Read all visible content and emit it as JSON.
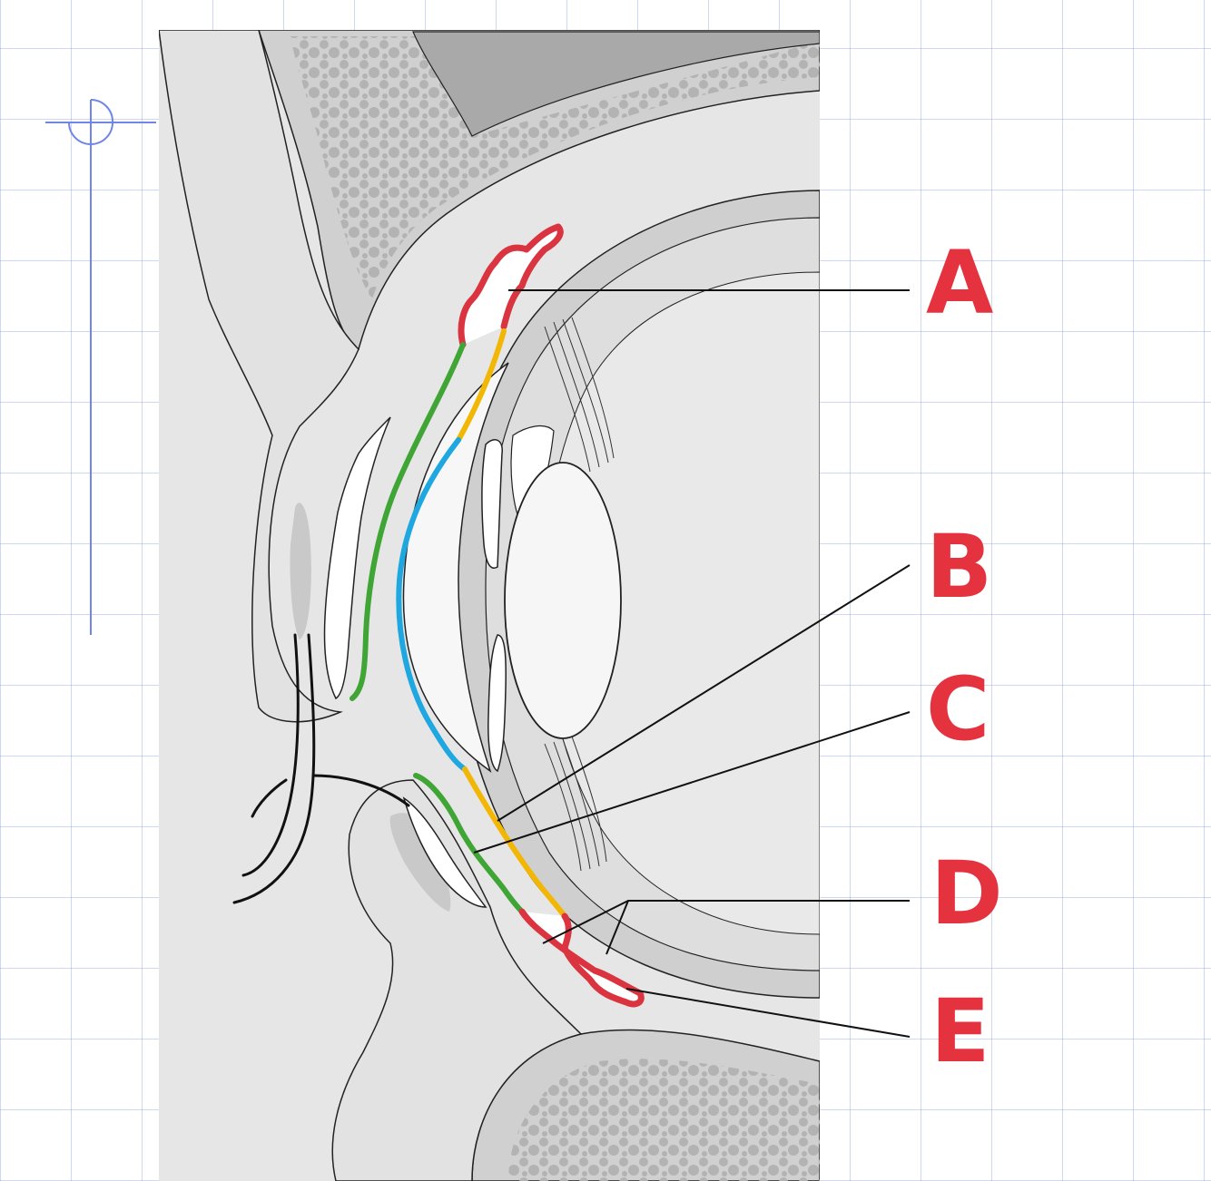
{
  "labels": {
    "a": "A",
    "b": "B",
    "c": "C",
    "d": "D",
    "e": "E"
  },
  "colors": {
    "label_red": "#e5323f",
    "conjunctiva_red": "#d9343f",
    "green": "#3fa535",
    "yellow": "#f2b705",
    "blue": "#1fa7e0",
    "tissue_light": "#e8e8e8",
    "tissue_mid": "#d2d2d2",
    "bone_dark": "#b5b5b5",
    "guide_blue": "#6f86e8"
  }
}
